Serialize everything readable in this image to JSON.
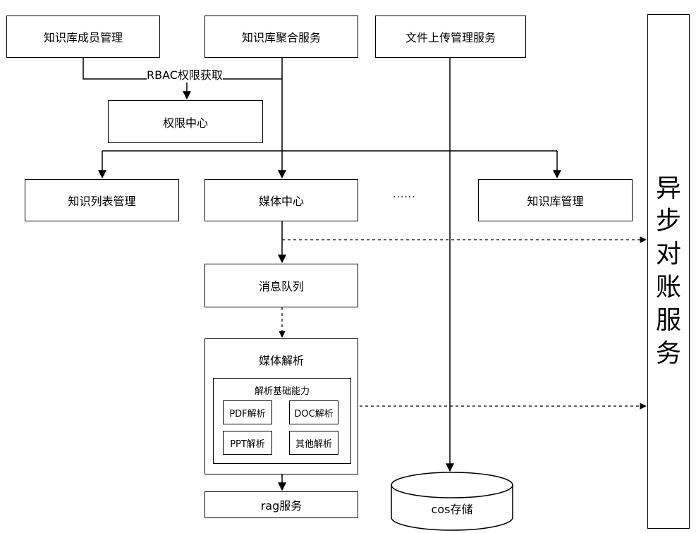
{
  "nodes": {
    "member_mgmt": "知识库成员管理",
    "aggregate_service": "知识库聚合服务",
    "upload_service": "文件上传管理服务",
    "permission_center": "权限中心",
    "knowledge_list": "知识列表管理",
    "media_center": "媒体中心",
    "ellipsis": "······",
    "kb_mgmt": "知识库管理",
    "message_queue": "消息队列",
    "media_parse": "媒体解析",
    "parse_basic": "解析基础能力",
    "pdf_parse": "PDF解析",
    "doc_parse": "DOC解析",
    "ppt_parse": "PPT解析",
    "other_parse": "其他解析",
    "rag_service": "rag服务",
    "cos_storage": "cos存储",
    "async_reconcile": "异步对账服务"
  },
  "edge_labels": {
    "rbac": "RBAC权限获取"
  },
  "colors": {
    "stroke": "#000000",
    "background": "#ffffff"
  }
}
